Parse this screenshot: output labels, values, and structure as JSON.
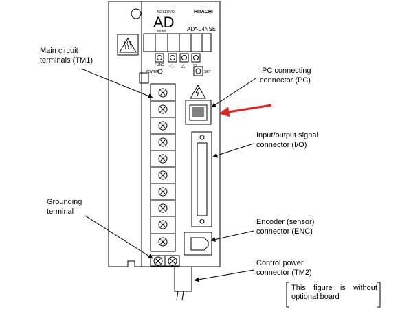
{
  "device": {
    "brand": "HITACHI",
    "series_top": "AC SERVO",
    "logo": "AD",
    "series_bottom": "series",
    "model": "AD*-04NSE",
    "button_labels": {
      "func": "FUNC",
      "left": "◁",
      "up": "△",
      "down": "▽",
      "set": "SET"
    },
    "power_label": "POWER"
  },
  "labels": {
    "main_circuit": [
      "Main circuit",
      "terminals (TM1)"
    ],
    "grounding": [
      "Grounding",
      "terminal"
    ],
    "pc_connector": [
      "PC connecting",
      "connector (PC)"
    ],
    "io_connector": [
      "Input/output signal",
      "connector (I/O)"
    ],
    "encoder_connector": [
      "Encoder (sensor)",
      "connector (ENC)"
    ],
    "control_power": [
      "Control power",
      "connector (TM2)"
    ]
  },
  "note": {
    "words_line1": [
      "This",
      "figure",
      "is",
      "without"
    ],
    "line2": "optional board"
  },
  "colors": {
    "line": "#000000",
    "highlight_arrow": "#e8201f"
  }
}
